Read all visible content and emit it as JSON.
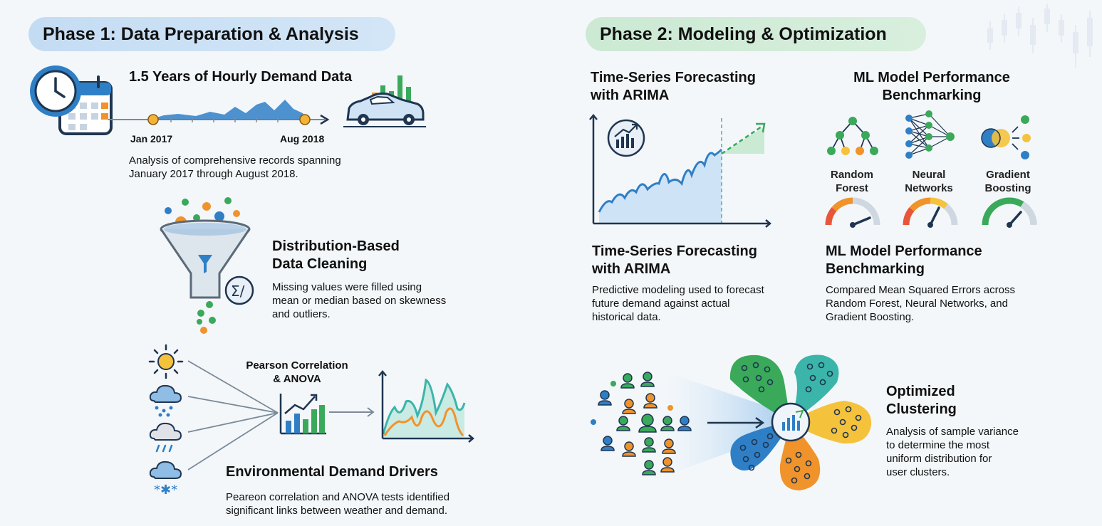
{
  "phase1": {
    "title": "Phase 1: Data Preparation & Analysis",
    "timeline": {
      "title": "1.5 Years of Hourly Demand Data",
      "start_label": "Jan 2017",
      "end_label": "Aug 2018",
      "desc_line1": "Analysis of comprehensive records spanning",
      "desc_line2": "January 2017 through August 2018."
    },
    "cleaning": {
      "title_line1": "Distribution-Based",
      "title_line2": "Data Cleaning",
      "desc_line1": "Missing values were filled using",
      "desc_line2": "mean or median based on skewness",
      "desc_line3": "and outliers."
    },
    "drivers": {
      "method_line1": "Pearson Correlation",
      "method_line2": "& ANOVA",
      "title": "Environmental Demand Drivers",
      "desc_line1": "Peareon correlation and ANOVA tests identified",
      "desc_line2": "significant links between weather and demand."
    }
  },
  "phase2": {
    "title": "Phase 2: Modeling & Optimization",
    "arima": {
      "icon_title_line1": "Time-Series Forecasting",
      "icon_title_line2": "with ARIMA",
      "title_line1": "Time-Series Forecasting",
      "title_line2": "with ARIMA",
      "desc_line1": "Predictive modeling used to forecast",
      "desc_line2": "future demand against actual",
      "desc_line3": "historical data."
    },
    "ml": {
      "icon_title_line1": "ML Model Performance",
      "icon_title_line2": "Benchmarking",
      "models": [
        {
          "line1": "Random",
          "line2": "Forest"
        },
        {
          "line1": "Neural",
          "line2": "Networks"
        },
        {
          "line1": "Gradient",
          "line2": "Boosting"
        }
      ],
      "title_line1": "ML Model Performance",
      "title_line2": "Benchmarking",
      "desc_line1": "Compared Mean Squared Errors across",
      "desc_line2": "Random Forest, Neural Networks, and",
      "desc_line3": "Gradient Boosting."
    },
    "clustering": {
      "title_line1": "Optimized",
      "title_line2": "Clustering",
      "desc_line1": "Analysis of sample variance",
      "desc_line2": "to determine the most",
      "desc_line3": "uniform distribution for",
      "desc_line4": "user clusters."
    }
  },
  "colors": {
    "blue": "#2f7fc6",
    "green": "#3aa95a",
    "orange": "#f0932b",
    "teal": "#3bb5a9",
    "yellow": "#f5c23c",
    "navy": "#1f3550"
  }
}
